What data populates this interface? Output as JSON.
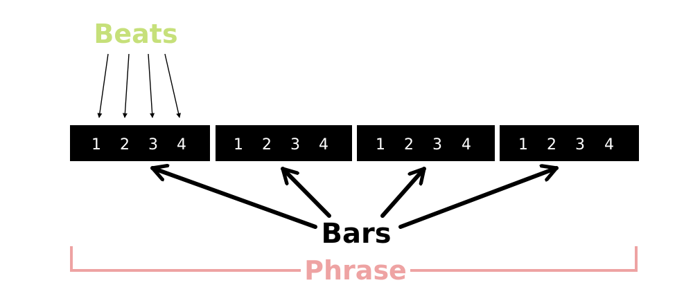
{
  "labels": {
    "beats": "Beats",
    "bars": "Bars",
    "phrase": "Phrase"
  },
  "bars": [
    {
      "beats": [
        "1",
        "2",
        "3",
        "4"
      ]
    },
    {
      "beats": [
        "1",
        "2",
        "3",
        "4"
      ]
    },
    {
      "beats": [
        "1",
        "2",
        "3",
        "4"
      ]
    },
    {
      "beats": [
        "1",
        "2",
        "3",
        "4"
      ]
    }
  ],
  "colors": {
    "beats_label": "#c6e07a",
    "bars_label": "#000000",
    "phrase": "#eea3a3",
    "bar_fill": "#000000",
    "beat_text": "#ffffff",
    "arrow": "#000000"
  }
}
